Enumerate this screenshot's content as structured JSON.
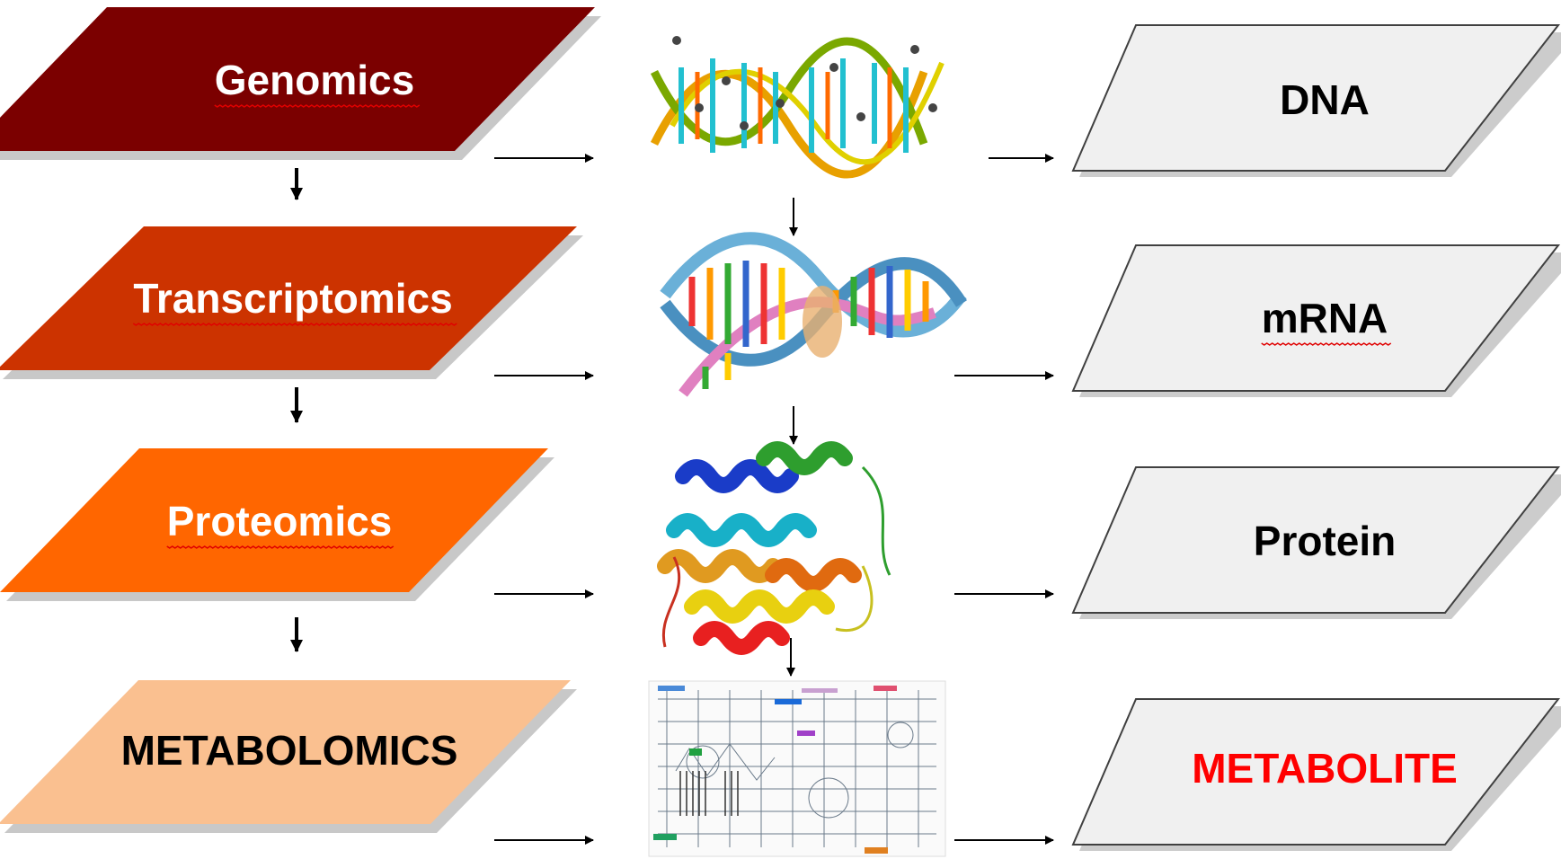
{
  "omics_levels": [
    {
      "label": "Genomics",
      "fill": "#7b0000",
      "text_color": "#ffffff",
      "underline": true
    },
    {
      "label": "Transcriptomics",
      "fill": "#cc3300",
      "text_color": "#ffffff",
      "underline": true
    },
    {
      "label": "Proteomics",
      "fill": "#ff6600",
      "text_color": "#ffffff",
      "underline": true
    },
    {
      "label": "METABOLOMICS",
      "fill": "#fac090",
      "text_color": "#000000",
      "underline": false
    }
  ],
  "molecules": [
    {
      "label": "DNA",
      "text_color": "#000000",
      "underline": false
    },
    {
      "label": "mRNA",
      "text_color": "#000000",
      "underline": true
    },
    {
      "label": "Protein",
      "text_color": "#000000",
      "underline": false
    },
    {
      "label": "METABOLITE",
      "text_color": "#ff0000",
      "underline": false
    }
  ],
  "illustrations": [
    {
      "icon": "dna-double-helix-icon"
    },
    {
      "icon": "rna-helix-icon"
    },
    {
      "icon": "protein-structure-icon"
    },
    {
      "icon": "metabolic-pathway-map-icon"
    }
  ],
  "colors": {
    "molecule_box_fill": "#f0f0f0",
    "molecule_box_stroke": "#404040",
    "arrow": "#000000",
    "shadow": "#9a9a9a",
    "spellcheck_squiggle": "#e00000"
  }
}
